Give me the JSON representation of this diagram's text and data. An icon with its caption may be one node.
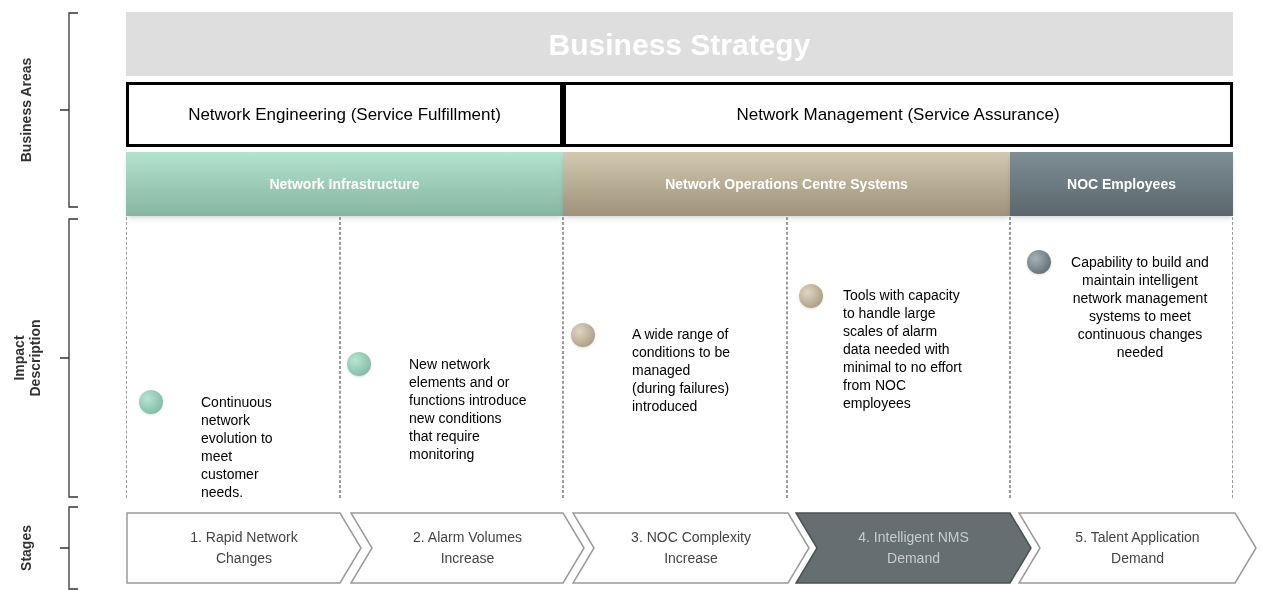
{
  "diagram": {
    "title": "Business Strategy",
    "nodes": [
      {
        "text": [
          "Network Engineering (Service Fulfillment)"
        ]
      },
      {
        "text": [
          "Network Management (Service Assurance)"
        ]
      },
      {
        "text": [
          "Network Infrastructure"
        ]
      },
      {
        "text": [
          "Network Operations  Centre Systems"
        ]
      },
      {
        "text": [
          "NOC Employees"
        ]
      },
      {
        "text": [
          "Continuous network evolution to meet customer needs."
        ]
      },
      {
        "text": [
          "New network elements and or functions introduce new conditions that require monitoring"
        ]
      },
      {
        "text": [
          "A wide range of conditions to be managed (during failures) introduced"
        ]
      },
      {
        "text": [
          "Tools with capacity to handle large scales of alarm data needed with minimal to no effort from NOC employees"
        ]
      },
      {
        "text": [
          "Capability to build and maintain intelligent network management systems to meet continuous changes needed"
        ]
      },
      {
        "text": [
          "1.   Rapid Network Changes"
        ]
      },
      {
        "text": [
          "2. Alarm Volumes Increase"
        ]
      },
      {
        "text": [
          "3. NOC Complexity Increase"
        ]
      },
      {
        "text": [
          "4. Intelligent  NMS Demand"
        ]
      },
      {
        "text": [
          "5. Talent Application Demand"
        ]
      }
    ],
    "labels": [
      "Business Areas",
      "Impact Description",
      "Stages"
    ]
  }
}
